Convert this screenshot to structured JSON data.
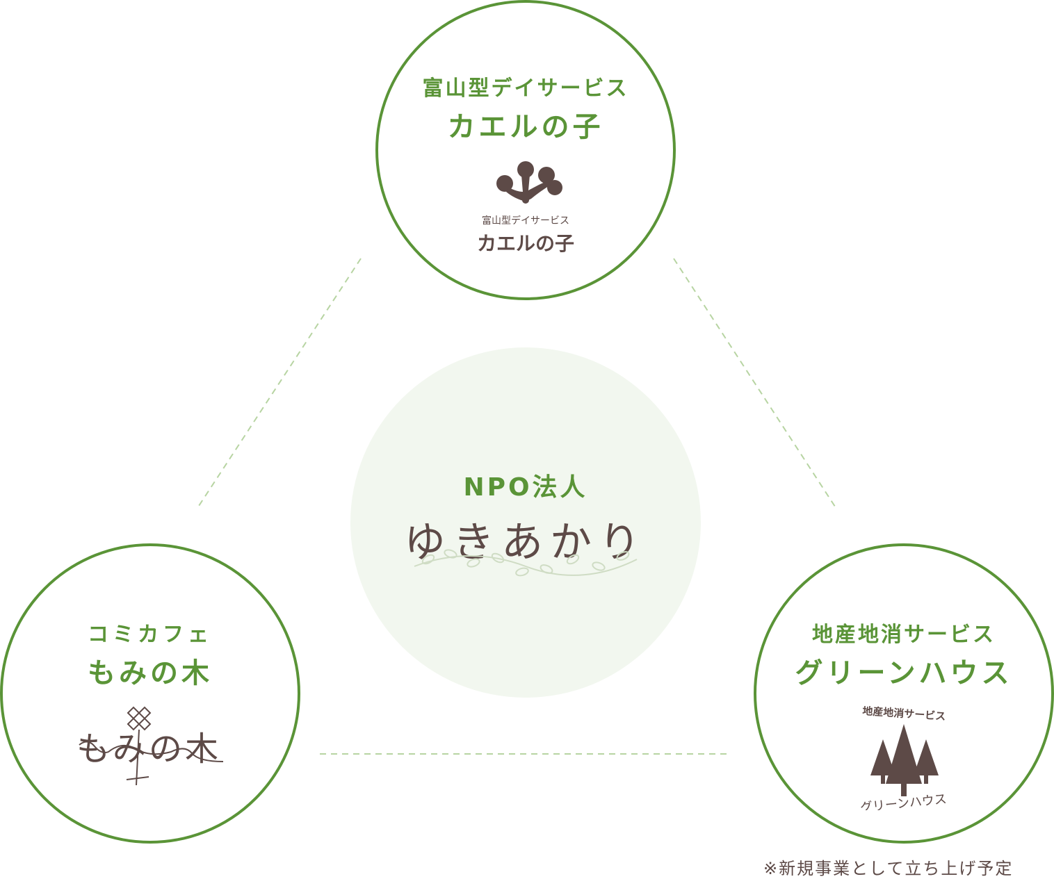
{
  "center": {
    "subtitle": "NPO法人",
    "title": "ゆきあかり"
  },
  "top_node": {
    "subtitle": "富山型デイサービス",
    "title": "カエルの子",
    "logo": {
      "icon": "frog-hand-icon",
      "subtitle": "富山型デイサービス",
      "wordmark": "カエルの子"
    }
  },
  "left_node": {
    "subtitle": "コミカフェ",
    "title": "もみの木",
    "logo": {
      "icon": "clover-icon",
      "wordmark": "もみの木"
    }
  },
  "right_node": {
    "subtitle": "地産地消サービス",
    "title": "グリーンハウス",
    "logo": {
      "icon": "pine-trees-icon",
      "subtitle": "地産地消サービス",
      "wordmark": "グリーンハウス"
    }
  },
  "note": "※新規事業として立ち上げ予定",
  "colors": {
    "accent_green": "#5a9437",
    "center_fill": "#f2f7ef",
    "connector": "#b7d4a2",
    "logo_brown": "#5d4a47"
  }
}
